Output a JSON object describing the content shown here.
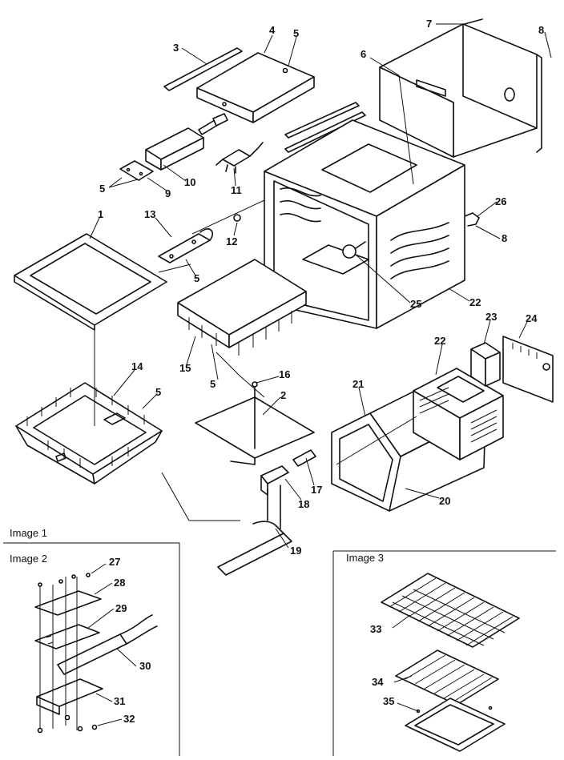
{
  "insets": {
    "image1": "Image 1",
    "image2": "Image 2",
    "image3": "Image 3"
  },
  "callouts": [
    {
      "id": "c3",
      "text": "3"
    },
    {
      "id": "c4",
      "text": "4"
    },
    {
      "id": "c5a",
      "text": "5"
    },
    {
      "id": "c6",
      "text": "6"
    },
    {
      "id": "c7",
      "text": "7"
    },
    {
      "id": "c8a",
      "text": "8"
    },
    {
      "id": "c5b",
      "text": "5"
    },
    {
      "id": "c9",
      "text": "9"
    },
    {
      "id": "c10",
      "text": "10"
    },
    {
      "id": "c11",
      "text": "11"
    },
    {
      "id": "c1",
      "text": "1"
    },
    {
      "id": "c13",
      "text": "13"
    },
    {
      "id": "c12",
      "text": "12"
    },
    {
      "id": "c26",
      "text": "26"
    },
    {
      "id": "c8b",
      "text": "8"
    },
    {
      "id": "c5c",
      "text": "5"
    },
    {
      "id": "c25",
      "text": "25"
    },
    {
      "id": "c22a",
      "text": "22"
    },
    {
      "id": "c23",
      "text": "23"
    },
    {
      "id": "c24",
      "text": "24"
    },
    {
      "id": "c15",
      "text": "15"
    },
    {
      "id": "c5d",
      "text": "5"
    },
    {
      "id": "c22b",
      "text": "22"
    },
    {
      "id": "c14",
      "text": "14"
    },
    {
      "id": "c16",
      "text": "16"
    },
    {
      "id": "c5e",
      "text": "5"
    },
    {
      "id": "c2",
      "text": "2"
    },
    {
      "id": "c21",
      "text": "21"
    },
    {
      "id": "c17",
      "text": "17"
    },
    {
      "id": "c18",
      "text": "18"
    },
    {
      "id": "c20",
      "text": "20"
    },
    {
      "id": "c19",
      "text": "19"
    },
    {
      "id": "c27",
      "text": "27"
    },
    {
      "id": "c28",
      "text": "28"
    },
    {
      "id": "c29",
      "text": "29"
    },
    {
      "id": "c30",
      "text": "30"
    },
    {
      "id": "c31",
      "text": "31"
    },
    {
      "id": "c32",
      "text": "32"
    },
    {
      "id": "c33",
      "text": "33"
    },
    {
      "id": "c34",
      "text": "34"
    },
    {
      "id": "c35",
      "text": "35"
    }
  ]
}
